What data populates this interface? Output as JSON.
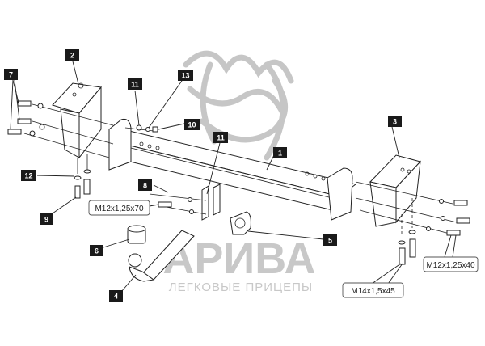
{
  "watermark": {
    "brand": "АРИВА",
    "tagline": "ЛЕГКОВЫЕ ПРИЦЕПЫ"
  },
  "part_labels": [
    {
      "id": "1"
    },
    {
      "id": "2"
    },
    {
      "id": "3"
    },
    {
      "id": "4"
    },
    {
      "id": "5"
    },
    {
      "id": "6"
    },
    {
      "id": "7"
    },
    {
      "id": "8"
    },
    {
      "id": "9"
    },
    {
      "id": "10"
    },
    {
      "id": "11"
    },
    {
      "id": "11"
    },
    {
      "id": "12"
    },
    {
      "id": "13"
    }
  ],
  "callouts": {
    "bolt_front": "M12x1,25x70",
    "bolt_vertical": "M14x1,5x45",
    "bolt_right": "M12x1,25x40"
  },
  "colors": {
    "label_bg": "#1a1a1a",
    "watermark": "#c8c8c8"
  }
}
